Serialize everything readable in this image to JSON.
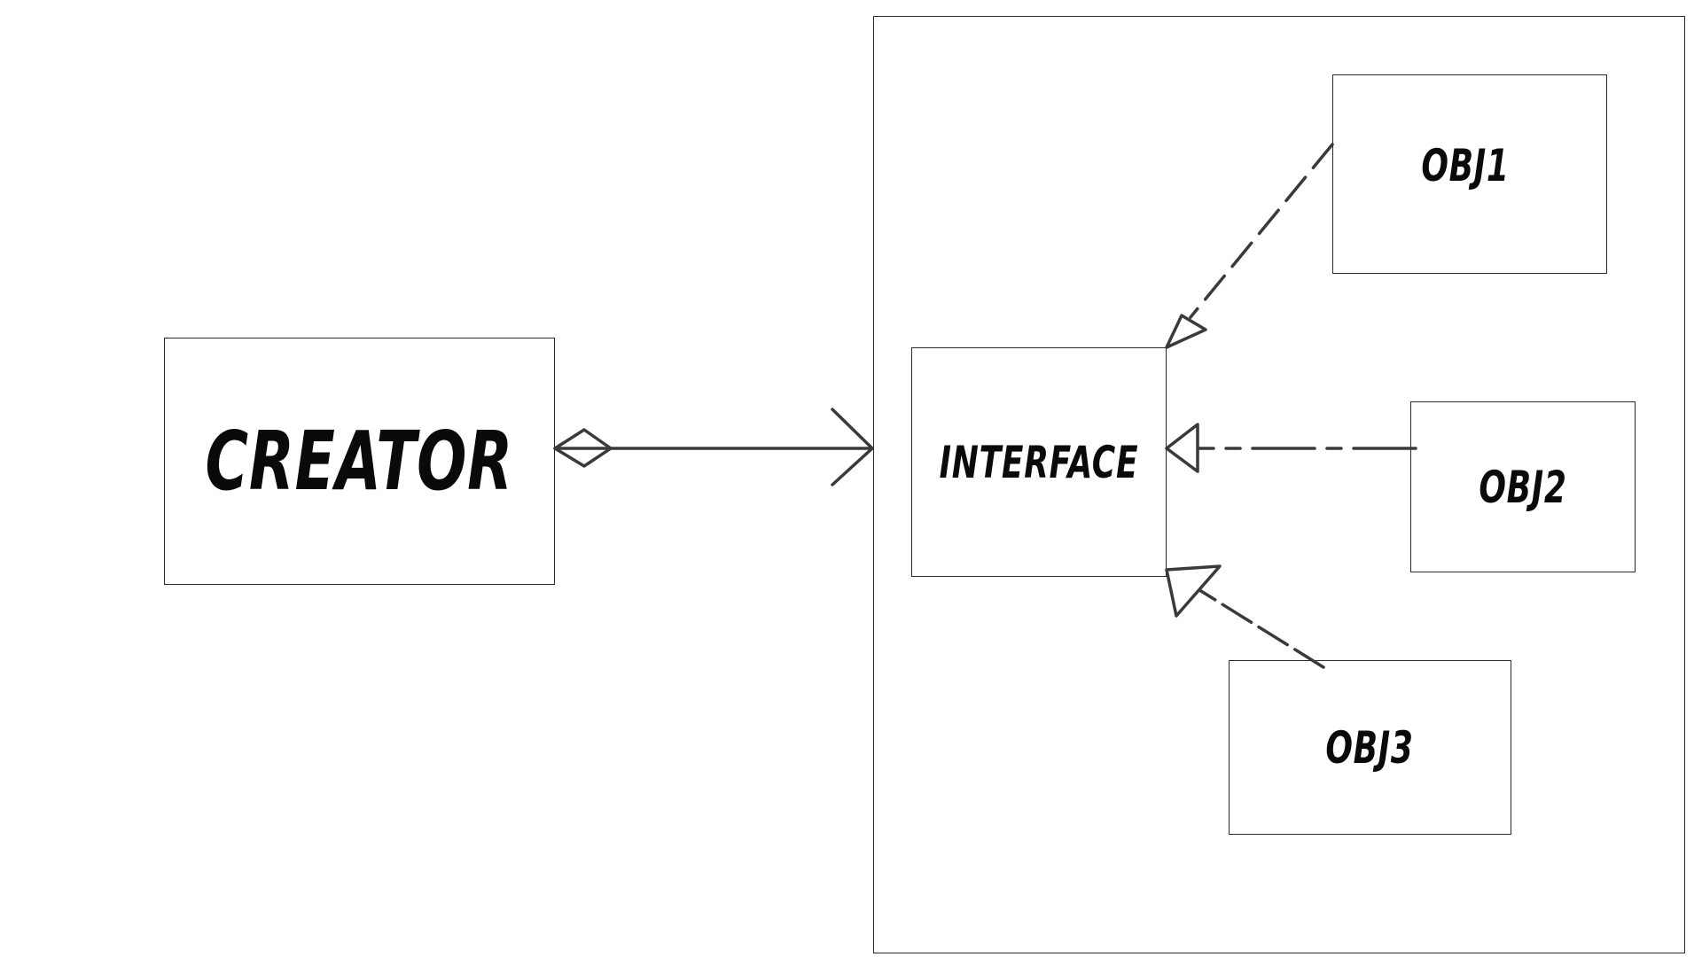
{
  "diagram": {
    "nodes": {
      "creator": {
        "label": "CREATOR"
      },
      "interface": {
        "label": "INTERFACE"
      },
      "obj1": {
        "label": "OBJ1"
      },
      "obj2": {
        "label": "OBJ2"
      },
      "obj3": {
        "label": "OBJ3"
      }
    },
    "relations": [
      {
        "from": "creator",
        "to": "interface",
        "type": "aggregation"
      },
      {
        "from": "obj1",
        "to": "interface",
        "type": "realization"
      },
      {
        "from": "obj2",
        "to": "interface",
        "type": "realization"
      },
      {
        "from": "obj3",
        "to": "interface",
        "type": "realization"
      }
    ],
    "colors": {
      "line": "#3a3a3a",
      "border": "#2a2a2a",
      "text": "#0a0a0a"
    }
  }
}
